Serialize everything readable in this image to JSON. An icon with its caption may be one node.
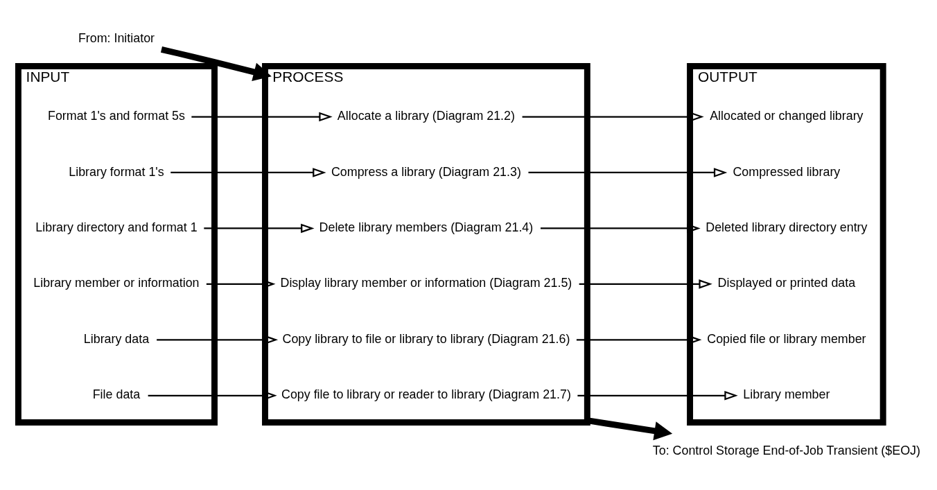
{
  "diagram": {
    "nodes": [
      {
        "text": [
          "From: Initiator"
        ]
      },
      {
        "text": [
          "INPUT"
        ]
      },
      {
        "text": [
          "PROCESS"
        ]
      },
      {
        "text": [
          "OUTPUT"
        ]
      },
      {
        "text": [
          "Format 1's and format 5s"
        ],
        "in": 1
      },
      {
        "text": [
          "Library format 1's"
        ],
        "in": 1
      },
      {
        "text": [
          "Library directory and format 1"
        ],
        "in": 1
      },
      {
        "text": [
          "Library member or information"
        ],
        "in": 1
      },
      {
        "text": [
          "Library data"
        ],
        "in": 1
      },
      {
        "text": [
          "File data"
        ],
        "in": 1
      },
      {
        "text": [
          "Allocate a library (Diagram 21.2)"
        ],
        "in": 2
      },
      {
        "text": [
          "Compress a library (Diagram 21.3)"
        ],
        "in": 2
      },
      {
        "text": [
          "Delete library members (Diagram 21.4)"
        ],
        "in": 2
      },
      {
        "text": [
          "Display library member or information (Diagram 21.5)"
        ],
        "in": 2
      },
      {
        "text": [
          "Copy library to file or library to library (Diagram 21.6)"
        ],
        "in": 2
      },
      {
        "text": [
          "Copy file to library or reader to library (Diagram 21.7)"
        ],
        "in": 2
      },
      {
        "text": [
          "Allocated or changed library"
        ],
        "in": 3
      },
      {
        "text": [
          "Compressed library"
        ],
        "in": 3
      },
      {
        "text": [
          "Deleted library directory entry"
        ],
        "in": 3
      },
      {
        "text": [
          "Displayed or printed data"
        ],
        "in": 3
      },
      {
        "text": [
          "Copied file or library member"
        ],
        "in": 3
      },
      {
        "text": [
          "Library member"
        ],
        "in": 3
      },
      {
        "text": [
          "To: Control Storage End-of-Job Transient ($EOJ)"
        ]
      }
    ],
    "edges": [
      {
        "from": 0,
        "to": 2,
        "arrow": "to",
        "style": "thick"
      },
      {
        "from": 4,
        "to": 10,
        "arrow": "to"
      },
      {
        "from": 5,
        "to": 11,
        "arrow": "to"
      },
      {
        "from": 6,
        "to": 12,
        "arrow": "to"
      },
      {
        "from": 7,
        "to": 13,
        "arrow": "to"
      },
      {
        "from": 8,
        "to": 14,
        "arrow": "to"
      },
      {
        "from": 9,
        "to": 15,
        "arrow": "to"
      },
      {
        "from": 10,
        "to": 16,
        "arrow": "to"
      },
      {
        "from": 11,
        "to": 17,
        "arrow": "to"
      },
      {
        "from": 12,
        "to": 18,
        "arrow": "to"
      },
      {
        "from": 13,
        "to": 19,
        "arrow": "to"
      },
      {
        "from": 14,
        "to": 20,
        "arrow": "to"
      },
      {
        "from": 15,
        "to": 21,
        "arrow": "to"
      },
      {
        "from": 2,
        "to": 22,
        "arrow": "to",
        "style": "thick"
      }
    ]
  }
}
